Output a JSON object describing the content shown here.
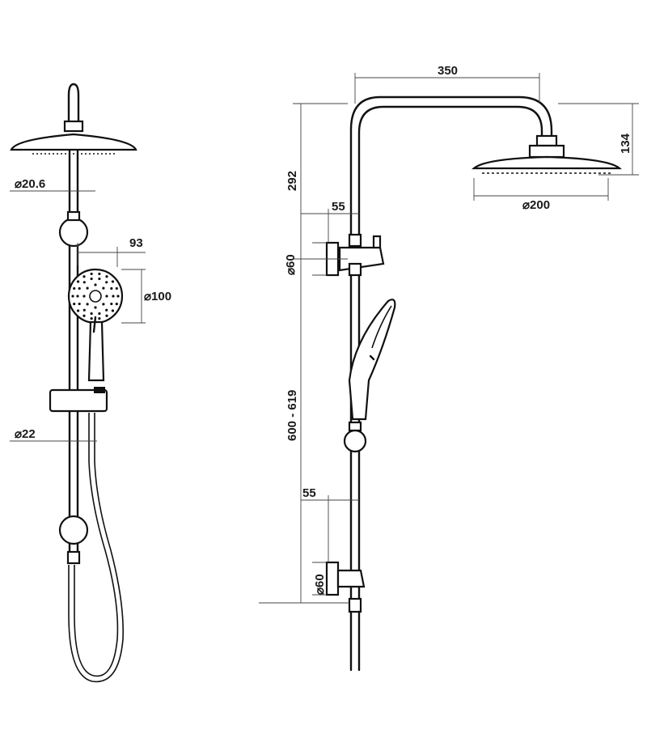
{
  "diagram": {
    "front_view": {
      "dims": {
        "rail_diameter": "⌀20.6",
        "handshower_offset": "93",
        "handshower_diameter": "⌀100",
        "bottom_rail_diameter": "⌀22"
      }
    },
    "side_view": {
      "dims": {
        "arm_reach": "350",
        "head_drop": "134",
        "head_diameter": "⌀200",
        "top_section_height": "292",
        "upper_bracket_offset": "55",
        "upper_bracket_diameter": "⌀60",
        "adjustable_height": "600 - 619",
        "lower_bracket_offset": "55",
        "lower_bracket_diameter": "⌀60"
      }
    }
  }
}
